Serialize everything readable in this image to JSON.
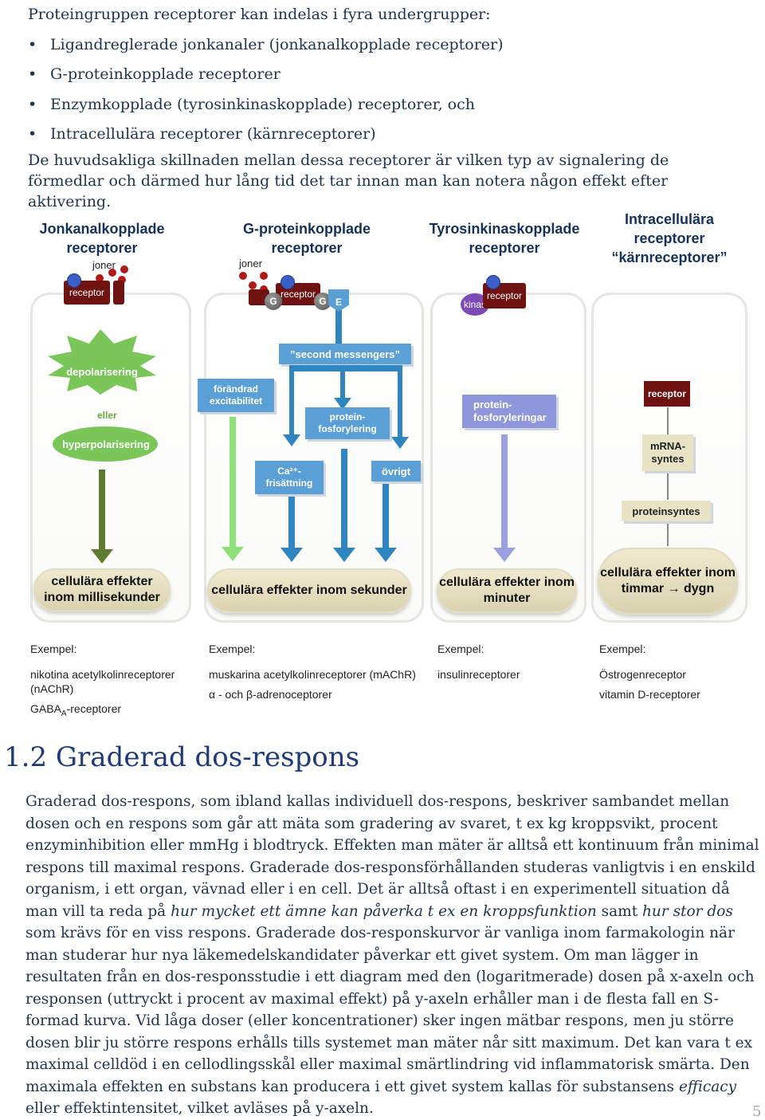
{
  "intro": {
    "lead": "Proteingruppen receptorer kan indelas i fyra undergrupper:",
    "bullets": [
      "Ligandreglerade jonkanaler (jonkanalkopplade receptorer)",
      "G-proteinkopplade receptorer",
      "Enzymkopplade (tyrosinkinaskopplade) receptorer, och",
      "Intracellulära receptorer (kärnreceptorer)"
    ],
    "paragraph": "De huvudsakliga skillnaden mellan dessa receptorer är vilken typ av signalering de förmedlar och därmed hur lång tid det tar innan man kan notera någon effekt efter aktivering."
  },
  "diagram": {
    "headers": {
      "ion": "Jonkanalkopplade receptorer",
      "gprot": "G-proteinkopplade receptorer",
      "tyro": "Tyrosinkinaskopplade receptorer",
      "intra_line1": "Intracellulära receptorer",
      "intra_line2": "“kärnreceptorer”"
    },
    "ion": {
      "joner": "joner",
      "receptor": "receptor",
      "depol": "depolarisering",
      "eller": "eller",
      "hyperpol": "hyperpolarisering",
      "effect": "cellulära effekter inom millisekunder"
    },
    "gprot": {
      "joner": "joner",
      "receptor": "receptor",
      "g_left": "G",
      "g_right": "G",
      "e": "E",
      "second_messengers": "”second messengers”",
      "excit": "förändrad excitabilitet",
      "protfos": "protein-fosforylering",
      "ca": "Ca²⁺-frisättning",
      "ovrigt": "övrigt",
      "effect": "cellulära effekter inom sekunder"
    },
    "tyro": {
      "kinas": "kinas",
      "receptor": "receptor",
      "protfos": "protein-fosforyleringar",
      "effect": "cellulära effekter inom minuter"
    },
    "intra": {
      "receptor": "receptor",
      "mrna": "mRNA-syntes",
      "proteinsyntes": "proteinsyntes",
      "effect": "cellulära effekter inom timmar → dygn"
    }
  },
  "examples": {
    "ion": {
      "label": "Exempel:",
      "items": [
        "nikotina acetylkolinreceptorer (nAChR)",
        "GABA"
      ],
      "gaba_sub": "A",
      "gaba_suffix": "-receptorer"
    },
    "gprot": {
      "label": "Exempel:",
      "items": [
        "muskarina acetylkolinreceptorer (mAChR)",
        "α - och β-adrenoceptorer"
      ]
    },
    "tyro": {
      "label": "Exempel:",
      "items": [
        "insulinreceptorer"
      ]
    },
    "intra": {
      "label": "Exempel:",
      "items": [
        "Östrogenreceptor",
        "vitamin D-receptorer"
      ]
    }
  },
  "section": {
    "heading": "1.2 Graderad dos-respons",
    "p1": "Graderad dos-respons, som ibland kallas individuell dos-respons, beskriver sambandet mellan dosen och en respons som går att mäta som gradering av svaret, t ex kg kroppsvikt, procent enzyminhibition eller mmHg i blodtryck. Effekten man mäter är alltså ett kontinuum från minimal respons till maximal respons. Graderade dos-responsförhållanden studeras vanligtvis i en enskild organism, i ett organ, vävnad eller i en cell. Det är alltså oftast i en experimentell situation då man vill ta reda på ",
    "i1": "hur mycket ett ämne kan påverka t ex en kroppsfunktion",
    "p2": " samt ",
    "i2": "hur stor dos",
    "p3": " som krävs för en viss respons. Graderade dos-responskurvor är vanliga inom farmakologin när man studerar hur nya läkemedelskandidater påverkar ett givet system. Om man lägger in resultaten från en dos-responsstudie i ett diagram med den (logaritmerade) dosen på x-axeln och responsen (uttryckt i procent av maximal effekt) på y-axeln erhåller man i de flesta fall en S-formad kurva. Vid låga doser (eller koncentrationer) sker ingen mätbar respons, men ju större dosen blir ju större respons erhålls tills systemet man mäter når sitt maximum. Det kan vara t ex maximal celldöd i en cellodlingsskål eller maximal smärtlindring vid inflammatorisk smärta. Den maximala effekten en substans kan producera i ett givet system kallas för substansens ",
    "i3": "efficacy",
    "p4": " eller effektintensitet, vilket avläses på y-axeln."
  },
  "page_number": "5",
  "colors": {
    "blue_box": "#5a9fd6",
    "green": "#7bc659",
    "purple": "#8f97dc",
    "maroon": "#6e1212",
    "tan": "#e9e3c6",
    "heading": "#1f3a78"
  }
}
